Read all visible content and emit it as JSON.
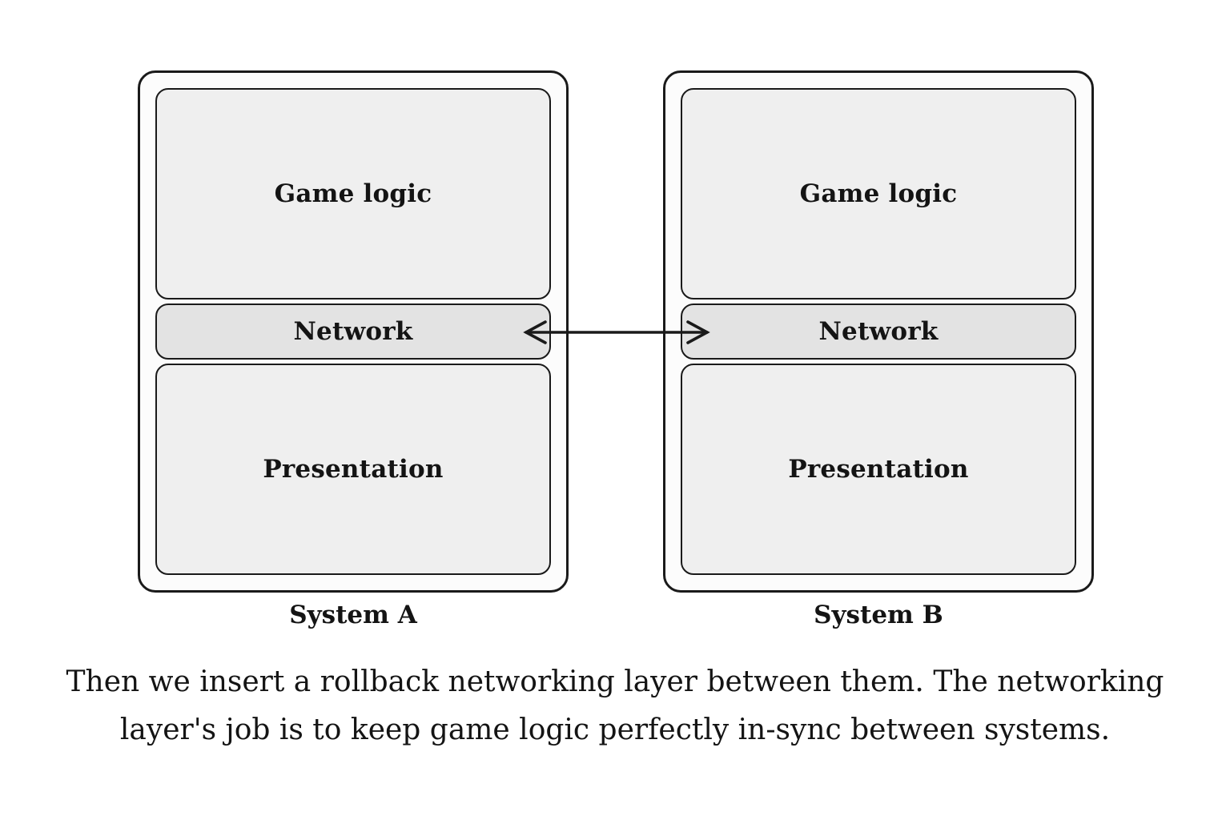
{
  "diagram": {
    "systems": [
      {
        "label": "System A",
        "layers": [
          {
            "label": "Game logic"
          },
          {
            "label": "Network"
          },
          {
            "label": "Presentation"
          }
        ]
      },
      {
        "label": "System B",
        "layers": [
          {
            "label": "Game logic"
          },
          {
            "label": "Network"
          },
          {
            "label": "Presentation"
          }
        ]
      }
    ],
    "arrow": {
      "style": "double-headed",
      "connects": [
        "Network (System A)",
        "Network (System B)"
      ]
    },
    "colors": {
      "background": "#ffffff",
      "system_fill": "#fcfcfc",
      "layer_fill": "#efefef",
      "network_fill": "#e3e3e3",
      "border": "#1a1a1a",
      "text": "#141414"
    }
  },
  "caption": "Then we insert a rollback networking layer between them. The networking layer's job is to keep game logic perfectly in-sync between systems."
}
